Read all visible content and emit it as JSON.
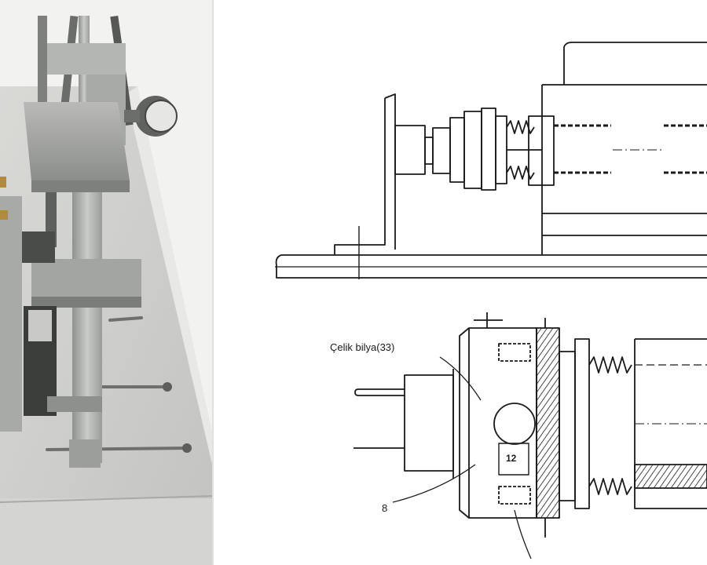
{
  "figure": {
    "callouts": {
      "steel_ball_label": "Çelik bilya(33)",
      "item_12": "12",
      "item_8": "8"
    }
  }
}
